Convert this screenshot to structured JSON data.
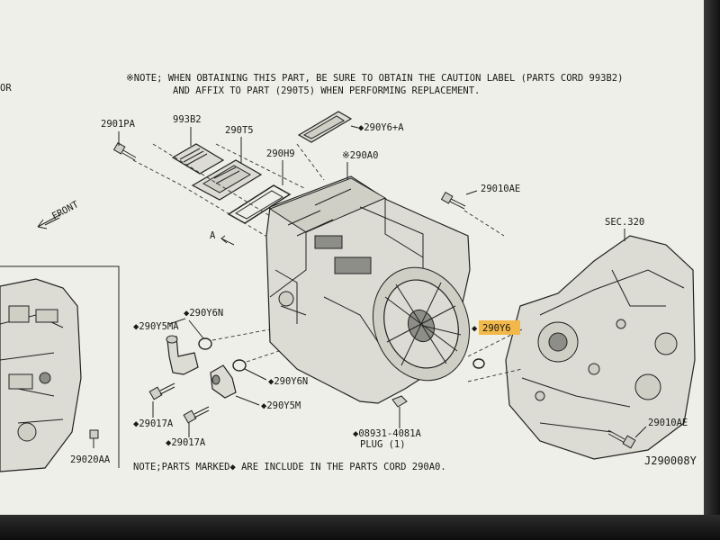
{
  "diagram": {
    "notes": {
      "caution_line1": "※NOTE; WHEN OBTAINING THIS PART, BE SURE TO OBTAIN THE CAUTION LABEL (PARTS CORD 993B2)",
      "caution_line2": "AND AFFIX TO PART (290T5) WHEN PERFORMING REPLACEMENT.",
      "bottom_note": "NOTE;PARTS MARKED◆ ARE INCLUDE IN THE PARTS CORD 290A0."
    },
    "edge_text": "OR",
    "front_label": "FRONT",
    "view_label": "A",
    "drawing_id": "J290008Y",
    "labels": {
      "p2901PA": "2901PA",
      "p993B2": "993B2",
      "p290T5": "290T5",
      "p290H9": "290H9",
      "p290Y6A": "◆290Y6+A",
      "p290A0": "※290A0",
      "p29010AE_top": "29010AE",
      "sec320": "SEC.320",
      "p290Y6N_top": "◆290Y6N",
      "p290Y5MA": "◆290Y5MA",
      "p290Y6": "290Y6",
      "p290Y6_marker": "◆",
      "p290Y6N_mid": "◆290Y6N",
      "p290Y5M": "◆290Y5M",
      "p29017A_1": "◆29017A",
      "p29017A_2": "◆29017A",
      "p08931": "◆08931-4081A",
      "plug": "PLUG (1)",
      "p29010AE_bot": "29010AE",
      "p29020AA": "29020AA"
    },
    "highlight_color": "#f2b84a",
    "paper_color": "#efefe9"
  }
}
